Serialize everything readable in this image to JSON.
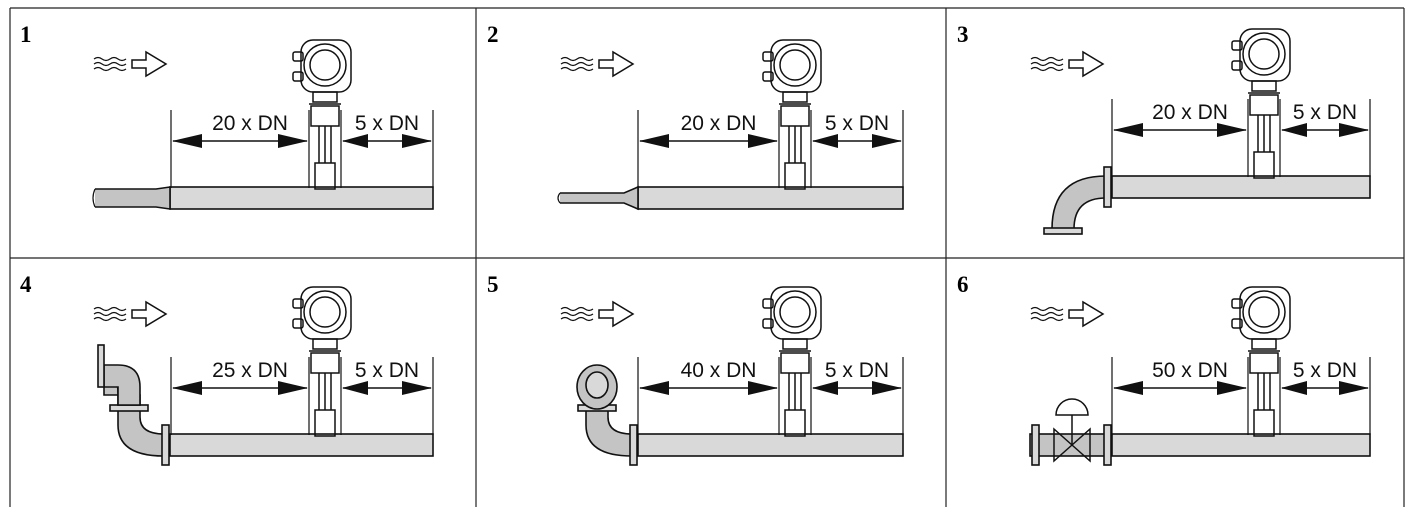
{
  "cells": [
    {
      "number": "1",
      "upstream_label": "20 x DN",
      "downstream_label": "5 x DN",
      "fitting": "reducer"
    },
    {
      "number": "2",
      "upstream_label": "20 x DN",
      "downstream_label": "5 x DN",
      "fitting": "reducer-small"
    },
    {
      "number": "3",
      "upstream_label": "20 x DN",
      "downstream_label": "5 x DN",
      "fitting": "single-elbow"
    },
    {
      "number": "4",
      "upstream_label": "25 x DN",
      "downstream_label": "5 x DN",
      "fitting": "double-elbow"
    },
    {
      "number": "5",
      "upstream_label": "40 x DN",
      "downstream_label": "5 x DN",
      "fitting": "double-elbow-3d"
    },
    {
      "number": "6",
      "upstream_label": "50 x DN",
      "downstream_label": "5 x DN",
      "fitting": "control-valve"
    }
  ],
  "icons": {
    "flow": "flow-direction-arrow-icon",
    "meter": "vortex-flowmeter-icon"
  }
}
